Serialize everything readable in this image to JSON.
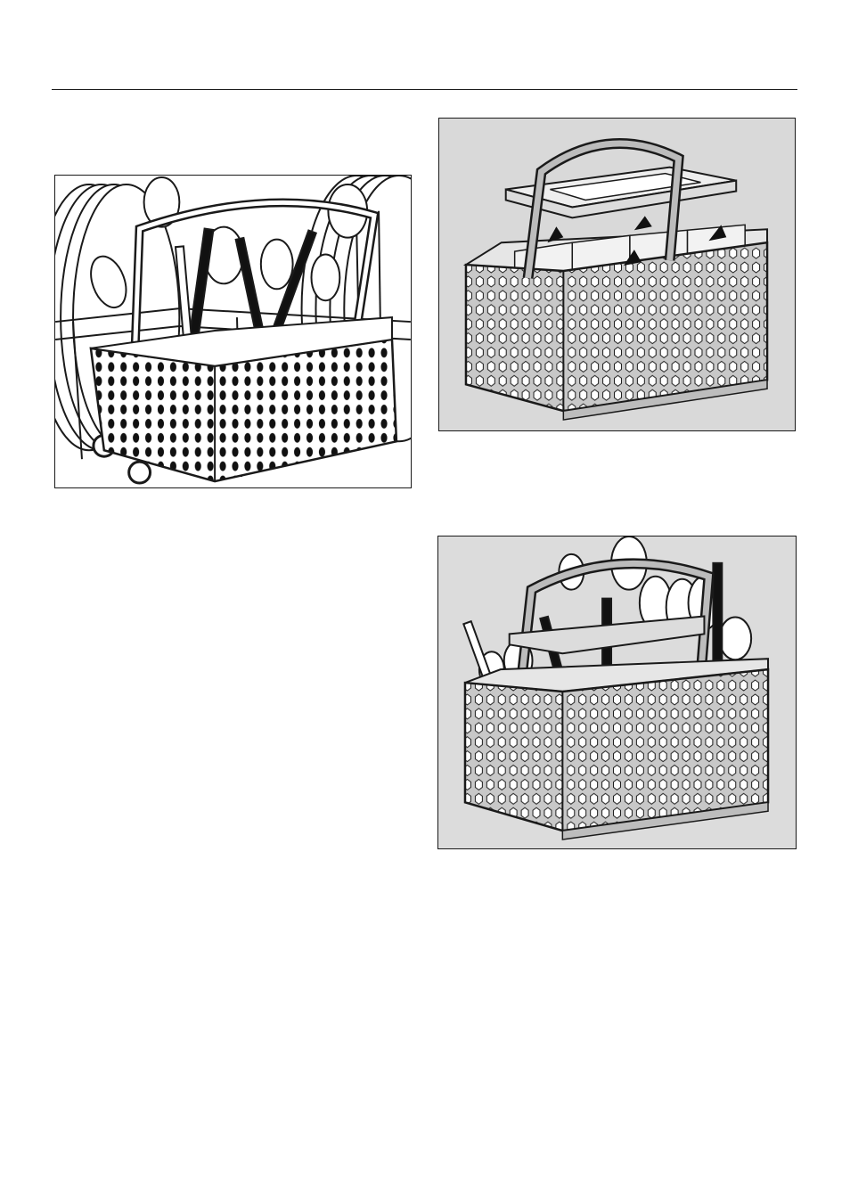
{
  "page": {
    "header_rule": true
  },
  "figures": [
    {
      "id": "rack",
      "icon": "cutlery-basket-in-rack-illustration",
      "background": "#ffffff"
    },
    {
      "id": "insert",
      "icon": "cutlery-basket-insert-illustration",
      "background": "#d9d9d9",
      "arrows": 4
    },
    {
      "id": "loaded",
      "icon": "cutlery-basket-loaded-illustration",
      "background": "#dcdcdc"
    }
  ],
  "colors": {
    "line": "#1a1a1a",
    "basket_fill": "#c8c8c8",
    "panel_grey": "#d9d9d9"
  }
}
